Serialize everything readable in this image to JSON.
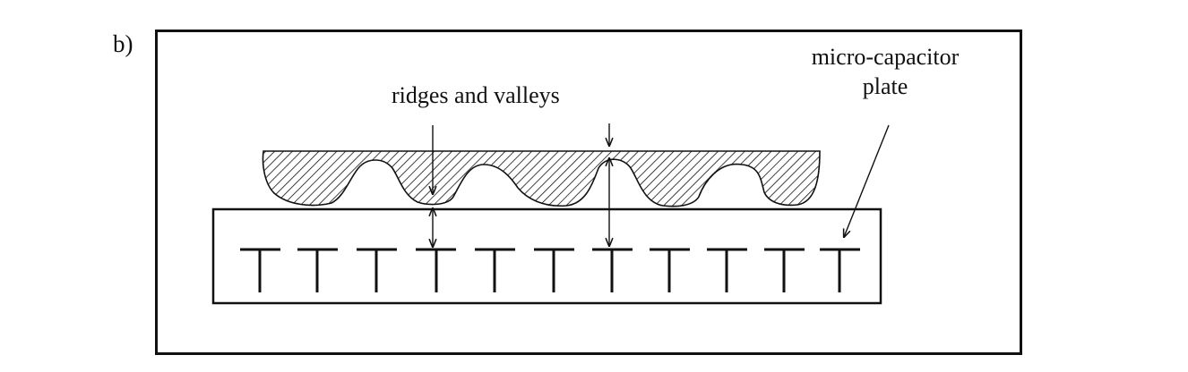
{
  "figure": {
    "panel_label": "b)",
    "labels": {
      "ridges_and_valleys": "ridges and valleys",
      "plate_line1": "micro-capacitor",
      "plate_line2": "plate"
    },
    "colors": {
      "ink": "#111111",
      "background": "#ffffff"
    },
    "capacitor_plate_count": 11
  }
}
